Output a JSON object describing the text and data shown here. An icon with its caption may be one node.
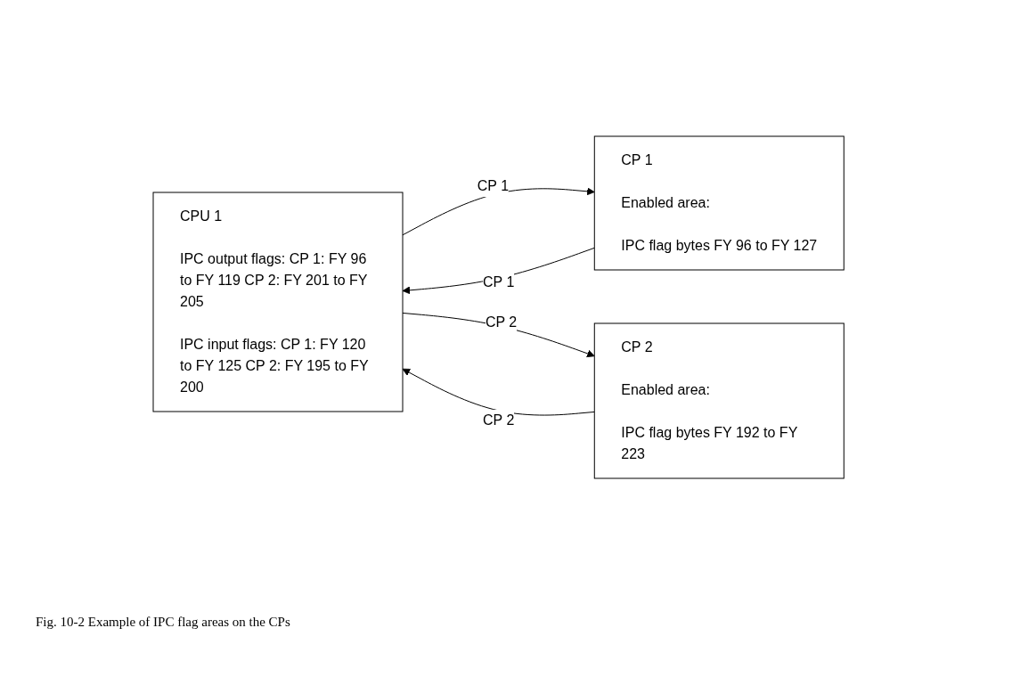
{
  "diagram": {
    "caption": "Fig. 10-2 Example of IPC flag areas on the CPs",
    "nodes": [
      {
        "text": [
          "CPU 1",
          "IPC output flags: CP 1: FY 96 to FY 119 CP 2: FY 201 to FY 205",
          "IPC input flags: CP 1: FY 120 to FY 125 CP 2: FY 195 to FY 200"
        ]
      },
      {
        "text": [
          "CP 1",
          "Enabled area:",
          "IPC flag bytes FY 96 to FY 127"
        ]
      },
      {
        "text": [
          "CP 2",
          "Enabled area:",
          "IPC flag bytes FY 192 to FY 223"
        ]
      }
    ],
    "edges": [
      {
        "from": 0,
        "to": 1,
        "arrow": "to",
        "label": "CP 1"
      },
      {
        "from": 0,
        "to": 2,
        "arrow": "to",
        "label": "CP 2"
      },
      {
        "from": 1,
        "to": 0,
        "arrow": "to",
        "label": "CP 1"
      },
      {
        "from": 2,
        "to": 0,
        "arrow": "to",
        "label": "CP 2"
      }
    ]
  }
}
